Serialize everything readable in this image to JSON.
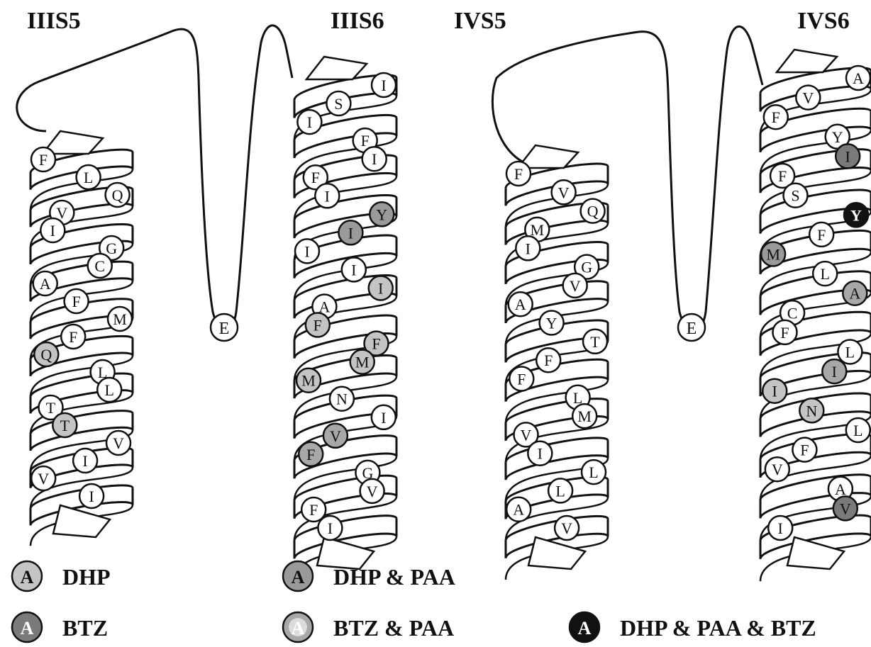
{
  "segments": [
    {
      "label": "IIIS5",
      "residues": [
        {
          "aa": "F",
          "cat": "none"
        },
        {
          "aa": "L",
          "cat": "none"
        },
        {
          "aa": "Q",
          "cat": "none"
        },
        {
          "aa": "V",
          "cat": "none"
        },
        {
          "aa": "I",
          "cat": "none"
        },
        {
          "aa": "G",
          "cat": "none"
        },
        {
          "aa": "C",
          "cat": "none"
        },
        {
          "aa": "A",
          "cat": "none"
        },
        {
          "aa": "F",
          "cat": "none"
        },
        {
          "aa": "M",
          "cat": "none"
        },
        {
          "aa": "F",
          "cat": "none"
        },
        {
          "aa": "Q",
          "cat": "dhp"
        },
        {
          "aa": "L",
          "cat": "none"
        },
        {
          "aa": "L",
          "cat": "none"
        },
        {
          "aa": "T",
          "cat": "none"
        },
        {
          "aa": "T",
          "cat": "dhp"
        },
        {
          "aa": "V",
          "cat": "none"
        },
        {
          "aa": "I",
          "cat": "none"
        },
        {
          "aa": "V",
          "cat": "none"
        },
        {
          "aa": "I",
          "cat": "none"
        }
      ]
    },
    {
      "label": "IIIS6",
      "residues": [
        {
          "aa": "I",
          "cat": "none"
        },
        {
          "aa": "S",
          "cat": "none"
        },
        {
          "aa": "I",
          "cat": "none"
        },
        {
          "aa": "F",
          "cat": "none"
        },
        {
          "aa": "I",
          "cat": "none"
        },
        {
          "aa": "F",
          "cat": "none"
        },
        {
          "aa": "I",
          "cat": "none"
        },
        {
          "aa": "Y",
          "cat": "dhp_paa"
        },
        {
          "aa": "I",
          "cat": "dhp_paa"
        },
        {
          "aa": "I",
          "cat": "none"
        },
        {
          "aa": "I",
          "cat": "none"
        },
        {
          "aa": "I",
          "cat": "dhp"
        },
        {
          "aa": "A",
          "cat": "none"
        },
        {
          "aa": "F",
          "cat": "dhp"
        },
        {
          "aa": "F",
          "cat": "dhp"
        },
        {
          "aa": "M",
          "cat": "dhp"
        },
        {
          "aa": "M",
          "cat": "dhp"
        },
        {
          "aa": "N",
          "cat": "none"
        },
        {
          "aa": "I",
          "cat": "none"
        },
        {
          "aa": "V",
          "cat": "btz_paa"
        },
        {
          "aa": "F",
          "cat": "btz_paa"
        },
        {
          "aa": "G",
          "cat": "none"
        },
        {
          "aa": "V",
          "cat": "none"
        },
        {
          "aa": "F",
          "cat": "none"
        },
        {
          "aa": "I",
          "cat": "none"
        }
      ]
    },
    {
      "label": "IVS5",
      "residues": [
        {
          "aa": "F",
          "cat": "none"
        },
        {
          "aa": "V",
          "cat": "none"
        },
        {
          "aa": "Q",
          "cat": "none"
        },
        {
          "aa": "M",
          "cat": "none"
        },
        {
          "aa": "I",
          "cat": "none"
        },
        {
          "aa": "G",
          "cat": "none"
        },
        {
          "aa": "V",
          "cat": "none"
        },
        {
          "aa": "A",
          "cat": "none"
        },
        {
          "aa": "Y",
          "cat": "none"
        },
        {
          "aa": "T",
          "cat": "none"
        },
        {
          "aa": "F",
          "cat": "none"
        },
        {
          "aa": "F",
          "cat": "none"
        },
        {
          "aa": "L",
          "cat": "none"
        },
        {
          "aa": "M",
          "cat": "none"
        },
        {
          "aa": "V",
          "cat": "none"
        },
        {
          "aa": "I",
          "cat": "none"
        },
        {
          "aa": "L",
          "cat": "none"
        },
        {
          "aa": "L",
          "cat": "none"
        },
        {
          "aa": "A",
          "cat": "none"
        },
        {
          "aa": "V",
          "cat": "none"
        }
      ]
    },
    {
      "label": "IVS6",
      "residues": [
        {
          "aa": "A",
          "cat": "none"
        },
        {
          "aa": "V",
          "cat": "none"
        },
        {
          "aa": "F",
          "cat": "none"
        },
        {
          "aa": "Y",
          "cat": "none"
        },
        {
          "aa": "I",
          "cat": "btz"
        },
        {
          "aa": "F",
          "cat": "none"
        },
        {
          "aa": "S",
          "cat": "none"
        },
        {
          "aa": "Y",
          "cat": "all"
        },
        {
          "aa": "F",
          "cat": "none"
        },
        {
          "aa": "M",
          "cat": "dhp_paa"
        },
        {
          "aa": "L",
          "cat": "none"
        },
        {
          "aa": "A",
          "cat": "btz_paa"
        },
        {
          "aa": "C",
          "cat": "none"
        },
        {
          "aa": "F",
          "cat": "none"
        },
        {
          "aa": "L",
          "cat": "none"
        },
        {
          "aa": "I",
          "cat": "btz_paa"
        },
        {
          "aa": "I",
          "cat": "dhp"
        },
        {
          "aa": "N",
          "cat": "dhp"
        },
        {
          "aa": "L",
          "cat": "none"
        },
        {
          "aa": "F",
          "cat": "none"
        },
        {
          "aa": "V",
          "cat": "none"
        },
        {
          "aa": "A",
          "cat": "none"
        },
        {
          "aa": "V",
          "cat": "btz"
        },
        {
          "aa": "I",
          "cat": "none"
        }
      ]
    }
  ],
  "loops": [
    {
      "aa": "E"
    },
    {
      "aa": "E"
    }
  ],
  "legend": [
    {
      "letter": "A",
      "label": "DHP",
      "cat": "dhp"
    },
    {
      "letter": "A",
      "label": "DHP & PAA",
      "cat": "dhp_paa"
    },
    {
      "letter": "A",
      "label": "BTZ",
      "cat": "btz"
    },
    {
      "letter": "A",
      "label": "BTZ & PAA",
      "cat": "btz_paa"
    },
    {
      "letter": "A",
      "label": "DHP & PAA & BTZ",
      "cat": "all"
    }
  ],
  "colors": {
    "stroke": "#111111",
    "none": "#ffffff",
    "dhp": "#c4c4c4",
    "dhp_paa": "#9a9a9a",
    "btz": "#7a7a7a",
    "btz_paa": "#a8a8a8",
    "all": "#111111"
  }
}
